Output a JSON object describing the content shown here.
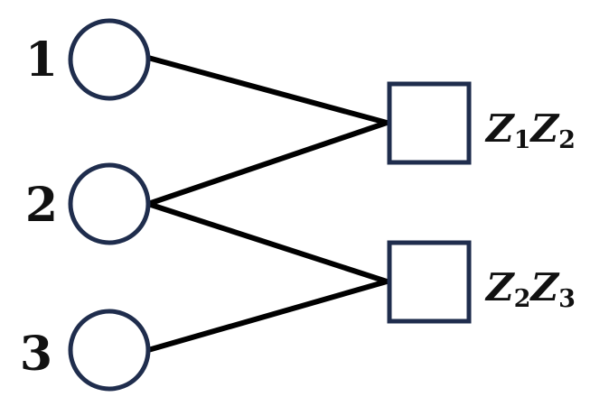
{
  "variable_nodes": [
    {
      "id": "v1",
      "label": "1"
    },
    {
      "id": "v2",
      "label": "2"
    },
    {
      "id": "v3",
      "label": "3"
    }
  ],
  "check_nodes": [
    {
      "id": "c1",
      "label_parts": [
        "Z",
        "1",
        "Z",
        "2"
      ]
    },
    {
      "id": "c2",
      "label_parts": [
        "Z",
        "2",
        "Z",
        "3"
      ]
    }
  ],
  "edges": [
    {
      "from": "v1",
      "to": "c1"
    },
    {
      "from": "v2",
      "to": "c1"
    },
    {
      "from": "v2",
      "to": "c2"
    },
    {
      "from": "v3",
      "to": "c2"
    }
  ],
  "colors": {
    "node_stroke": "#1f2d4d",
    "edge": "#000000",
    "text": "#111111",
    "background": "#ffffff"
  }
}
